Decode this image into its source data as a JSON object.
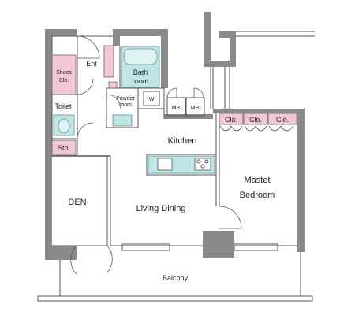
{
  "rooms": {
    "entrance": "Ent",
    "shoes_closet_line1": "Shoes",
    "shoes_closet_line2": "Clo.",
    "bathroom_line1": "Bath",
    "bathroom_line2": "room",
    "powder_room_line1": "Powder",
    "powder_room_line2": "room",
    "washer": "W",
    "meter_box_1": "MB",
    "meter_box_2": "MB",
    "toilet": "Toilet",
    "storage": "Sto.",
    "closet_1": "Clo.",
    "closet_2": "Clo.",
    "closet_3": "Clo.",
    "kitchen": "Kitchen",
    "den": "DEN",
    "living_dining": "Living Dining",
    "master_bedroom_line1": "Mastet",
    "master_bedroom_line2": "Bedroom",
    "balcony": "Balcony"
  },
  "colors": {
    "wall": "#8a8a8a",
    "closet_fill": "#f3c6d6",
    "wet_area_fill": "#bfe6e6",
    "kitchen_counter": "#bfe6e6"
  }
}
